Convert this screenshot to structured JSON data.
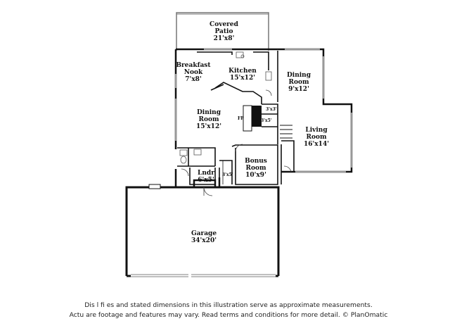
{
  "rooms": {
    "covered_patio": {
      "name_line1": "Covered",
      "name_line2": "Patio",
      "dim": "21'x8'"
    },
    "breakfast_nook": {
      "name_line1": "Breakfast",
      "name_line2": "Nook",
      "dim": "7'x8'"
    },
    "kitchen": {
      "name": "Kitchen",
      "dim": "15'x12'"
    },
    "dining_room_right": {
      "name_line1": "Dining",
      "name_line2": "Room",
      "dim": "9'x12'"
    },
    "dining_room_main": {
      "name_line1": "Dining",
      "name_line2": "Room",
      "dim": "15'x12'"
    },
    "living_room": {
      "name_line1": "Living",
      "name_line2": "Room",
      "dim": "16'x14'"
    },
    "bonus_room": {
      "name_line1": "Bonus",
      "name_line2": "Room",
      "dim": "10'x9'"
    },
    "laundry": {
      "name": "Lndr",
      "dim": "6'x5'"
    },
    "garage": {
      "name": "Garage",
      "dim": "34'x20'"
    }
  },
  "small_labels": {
    "fireplace": "FP",
    "closet_top": "3'x3'",
    "closet_mid": "3'x5'",
    "closet_hall": "3'x5'"
  },
  "disclaimer": {
    "line1": "Dis    l  fi      es and stated dimensions in this illustration serve as approximate measurements.",
    "line2": "Actu    are footage and features may vary. Read terms and conditions for more detail. © PlanOmatic"
  }
}
